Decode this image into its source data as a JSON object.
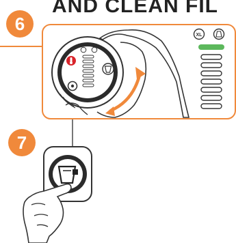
{
  "header": {
    "title": "AND CLEAN FIL"
  },
  "steps": [
    {
      "number": "6"
    },
    {
      "number": "7"
    }
  ],
  "panel": {
    "size_labels": [
      "XL",
      "⧊"
    ],
    "level_count": 7
  },
  "colors": {
    "accent": "#f0893b",
    "indicator_green": "#5cb85c",
    "heat_red": "#d9242b",
    "dial_dark": "#2b2b2b",
    "line": "#333333"
  },
  "icons": [
    "rotate-arrow-icon",
    "brew-cup-icon",
    "thermometer-icon",
    "power-icon",
    "hand-icon",
    "pointing-finger-icon"
  ]
}
